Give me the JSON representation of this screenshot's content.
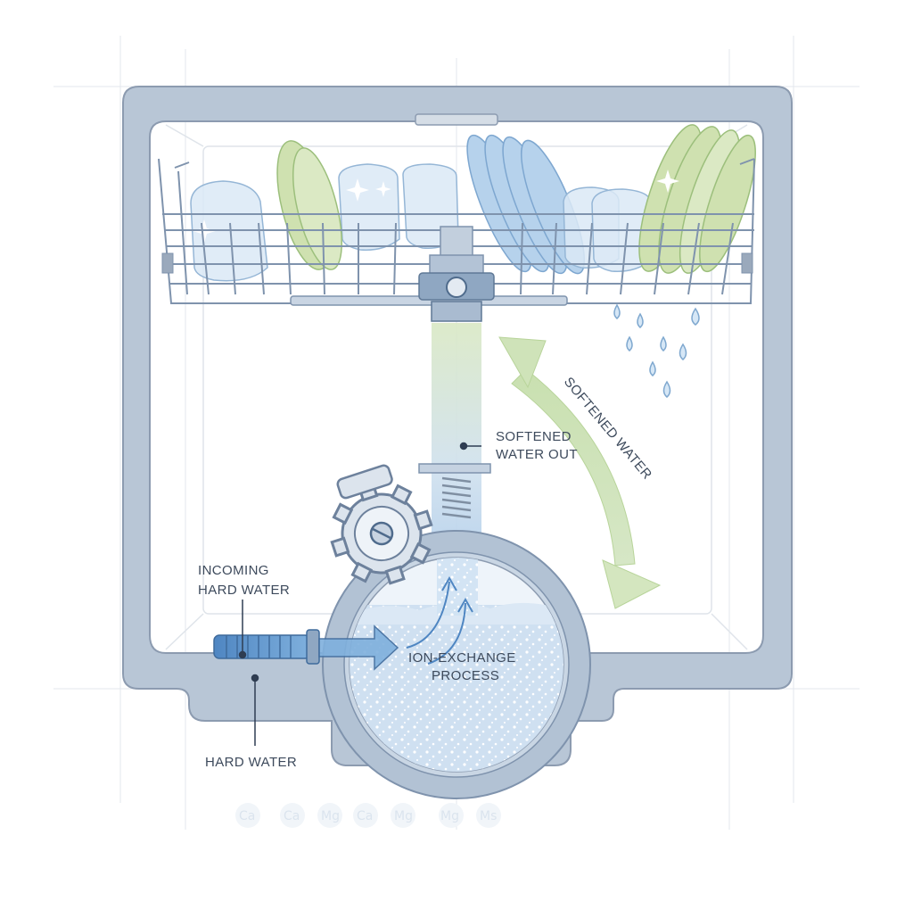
{
  "labels": {
    "incoming_line1": "INCOMING",
    "incoming_line2": "HARD WATER",
    "hard_water": "HARD WATER",
    "softened_out_line1": "SOFTENED",
    "softened_out_line2": "WATER OUT",
    "softened_water_arc": "SOFTENED WATER",
    "ion_line1": "ION-EXCHANGE",
    "ion_line2": "PROCESS"
  },
  "faded_ions": [
    "Ca",
    "Ca",
    "Mg",
    "Ca",
    "Mg",
    "Mg",
    "Ms"
  ],
  "colors": {
    "tub": "#b7c5d6",
    "tub_stroke": "#8797ab",
    "water_blue": "#5b8fc7",
    "soft_green": "#cfe2b6",
    "glass": "#d9e8f5",
    "plate_green": "#c8dca6",
    "plate_blue": "#a9c9e8"
  }
}
